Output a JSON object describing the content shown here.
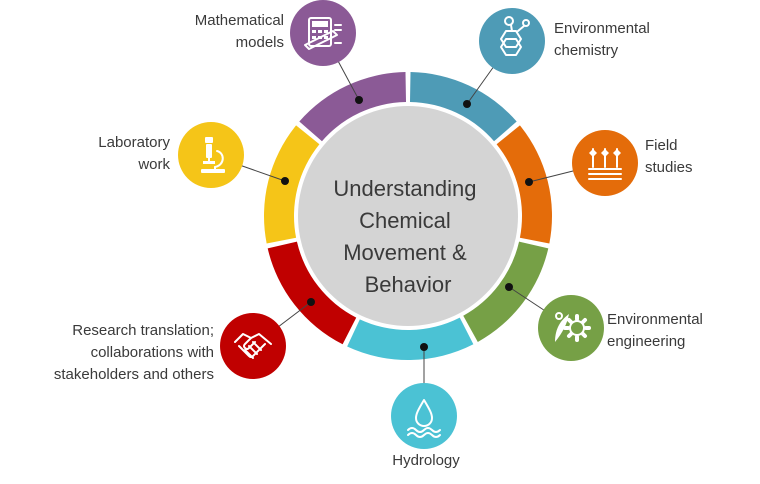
{
  "center": {
    "lines": [
      "Understanding",
      "Chemical",
      "Movement &",
      "Behavior"
    ]
  },
  "nodes": [
    {
      "key": "mathematical-models",
      "label": "Mathematical\nmodels",
      "color": "#8b5a96",
      "icon": "calculator-icon"
    },
    {
      "key": "environmental-chemistry",
      "label": "Environmental\nchemistry",
      "color": "#4e9bb6",
      "icon": "molecule-icon"
    },
    {
      "key": "field-studies",
      "label": "Field\nstudies",
      "color": "#e46c0a",
      "icon": "crops-icon"
    },
    {
      "key": "environmental-engineering",
      "label": "Environmental\nengineering",
      "color": "#76a046",
      "icon": "gear-leaf-icon"
    },
    {
      "key": "hydrology",
      "label": "Hydrology",
      "color": "#4bc2d4",
      "icon": "water-drop-icon"
    },
    {
      "key": "research-translation",
      "label": "Research translation;\ncollaborations with\nstakeholders and others",
      "color": "#c00000",
      "icon": "handshake-icon"
    },
    {
      "key": "laboratory-work",
      "label": "Laboratory\nwork",
      "color": "#f5c518",
      "icon": "microscope-icon"
    }
  ]
}
